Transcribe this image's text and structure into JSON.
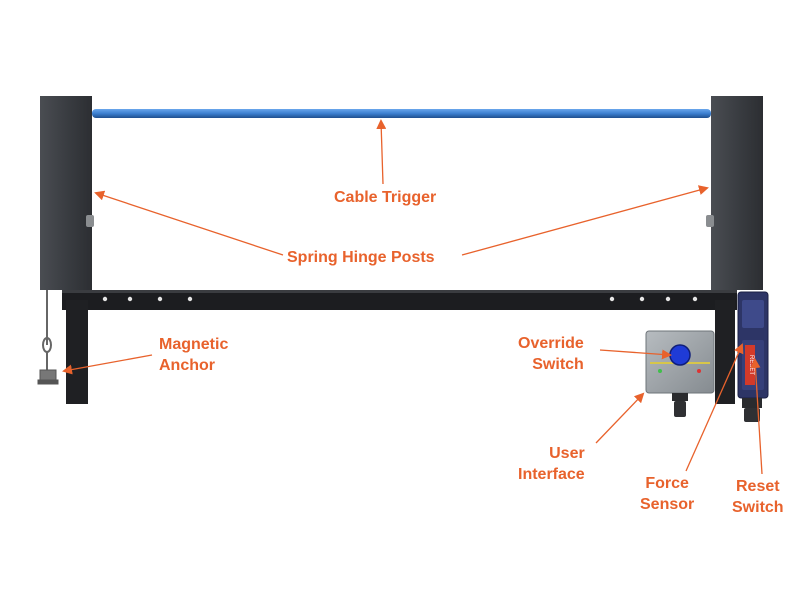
{
  "colors": {
    "label": "#e8622c",
    "arrow": "#e8622c",
    "post": "#3a3d42",
    "rail": "#1c1d20",
    "cable": "#3b7fd0",
    "button": "#1f3bd6",
    "box": "#9aa0a5"
  },
  "labels": {
    "cable_trigger": "Cable Trigger",
    "spring_hinge_posts": "Spring Hinge Posts",
    "magnetic_anchor": [
      "Magnetic",
      "Anchor"
    ],
    "override_switch": [
      "Override",
      "Switch"
    ],
    "user_interface": [
      "User",
      "Interface"
    ],
    "force_sensor": [
      "Force",
      "Sensor"
    ],
    "reset_switch": [
      "Reset",
      "Switch"
    ]
  },
  "device_marks": {
    "reset_side_text": "RESET"
  }
}
